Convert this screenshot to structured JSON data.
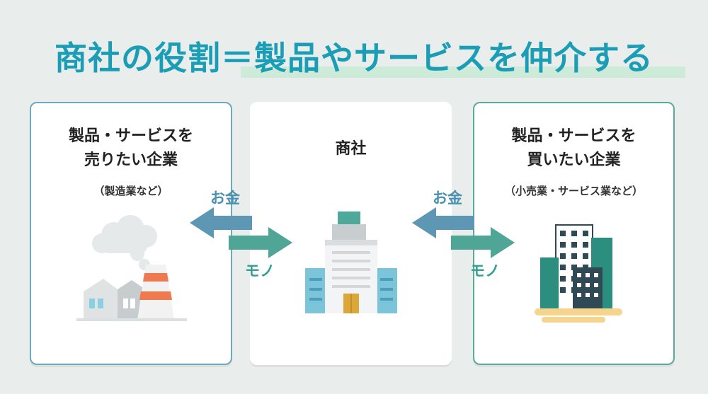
{
  "title": "商社の役割＝製品やサービスを仲介する",
  "left_card": {
    "line1": "製品・サービスを",
    "line2": "売りたい企業",
    "sub": "（製造業など）"
  },
  "middle_card": {
    "title": "商社"
  },
  "right_card": {
    "line1": "製品・サービスを",
    "line2": "買いたい企業",
    "sub": "（小売業・サービス業など）"
  },
  "flows": {
    "money_left": "お金",
    "goods_left": "モノ",
    "money_right": "お金",
    "goods_right": "モノ"
  },
  "icons": {
    "left": "factory-icon",
    "middle": "office-building-icon",
    "right": "city-buildings-icon"
  },
  "colors": {
    "title": "#1a9db5",
    "money_arrow": "#5e97b3",
    "goods_arrow": "#4fa697",
    "left_border": "#6ea9bd",
    "right_border": "#5aaa99"
  }
}
